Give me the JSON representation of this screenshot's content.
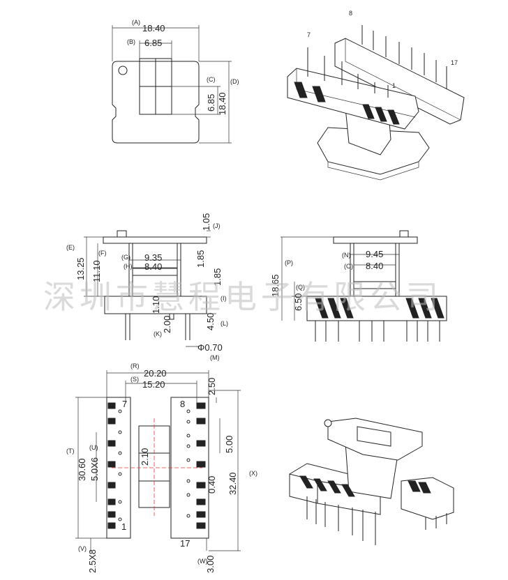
{
  "top_view": {
    "dims": {
      "A": "18.40",
      "B": "6.85",
      "C": "6.85",
      "D": "18.40"
    },
    "labels": {
      "A": "(A)",
      "B": "(B)",
      "C": "(C)",
      "D": "(D)"
    }
  },
  "iso_top": {
    "pins": {
      "p7": "7",
      "p8": "8",
      "p17": "17",
      "p1": "1"
    }
  },
  "side_view": {
    "dims": {
      "E": "13.25",
      "F": "11.10",
      "G": "9.35",
      "H": "8.40",
      "J": "1.05",
      "one85a": "1.85",
      "I": "1.85",
      "one10": "1.10",
      "K": "2.00",
      "L": "4.50",
      "M": "Φ0.70"
    },
    "labels": {
      "E": "(E)",
      "F": "(F)",
      "G": "(G)",
      "H": "(H)",
      "I": "(I)",
      "J": "(J)",
      "K": "(K)",
      "L": "(L)",
      "M": "(M)"
    }
  },
  "front_view": {
    "dims": {
      "P": "18.65",
      "N": "9.45",
      "O": "8.40",
      "Q": "6.50"
    },
    "labels": {
      "P": "(P)",
      "N": "(N)",
      "O": "(O)",
      "Q": "(Q)"
    }
  },
  "bottom_view": {
    "dims": {
      "R": "20.20",
      "S": "15.20",
      "T": "30.60",
      "U": "5.0X6",
      "V": "2.5X8",
      "X": "32.40",
      "W": "3.00",
      "top": "2.50",
      "pitch": "5.00",
      "gap": "0.40",
      "center": "2.10"
    },
    "labels": {
      "R": "(R)",
      "S": "(S)",
      "T": "(T)",
      "U": "(U)",
      "V": "(V)",
      "W": "(W)",
      "X": "(X)"
    },
    "pins": {
      "p7": "7",
      "p8": "8",
      "p1": "1",
      "p17": "17"
    }
  },
  "watermark": "深圳市慧程电子有限公司"
}
